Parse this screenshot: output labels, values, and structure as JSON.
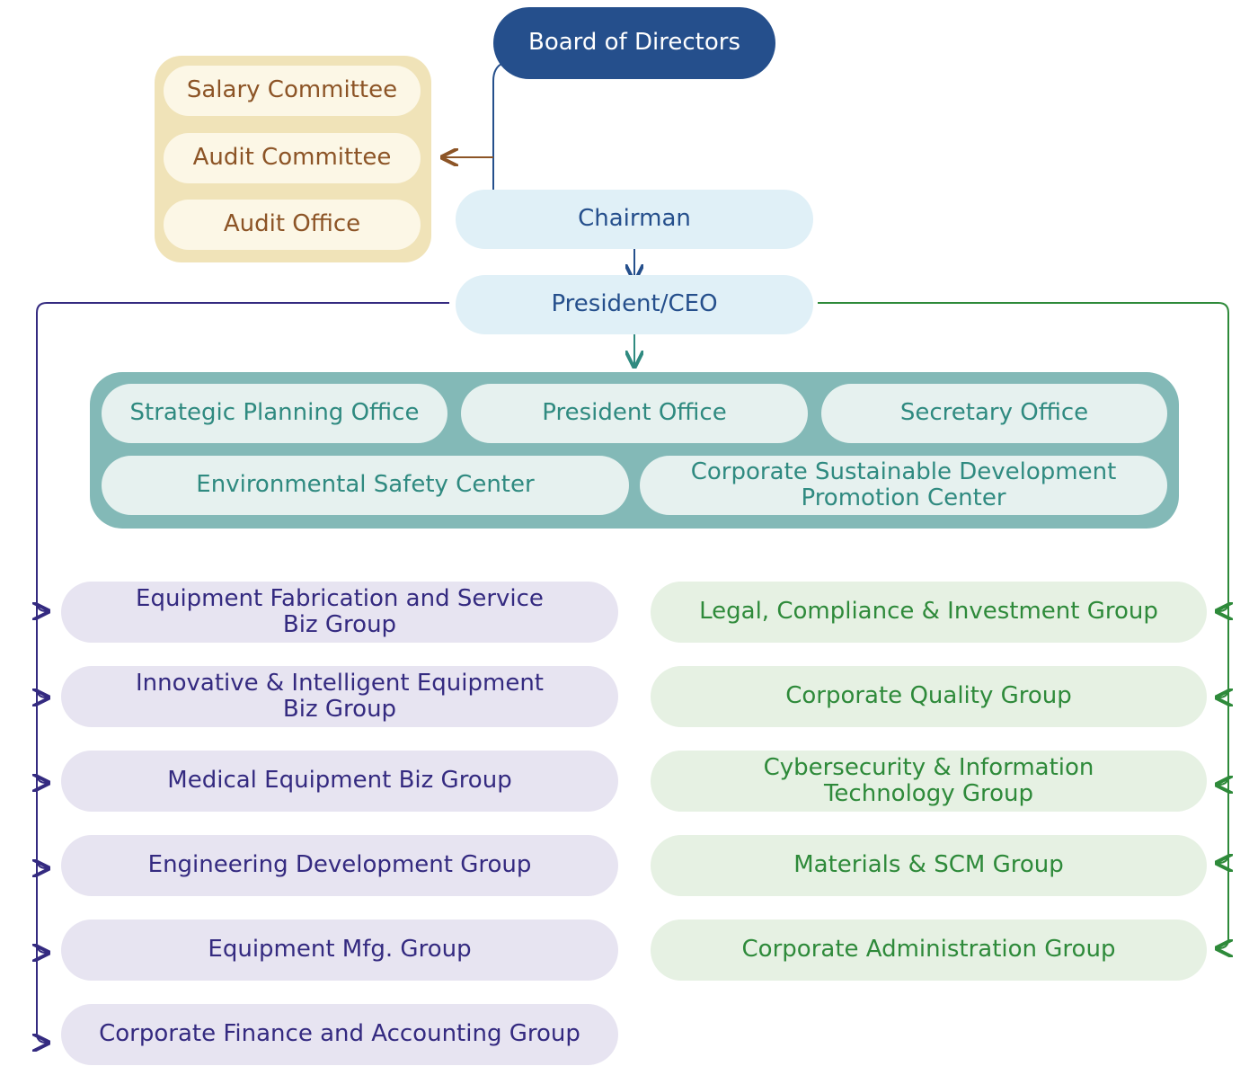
{
  "board": {
    "label": "Board of Directors"
  },
  "committees": [
    {
      "label": "Salary Committee"
    },
    {
      "label": "Audit Committee"
    },
    {
      "label": "Audit Office"
    }
  ],
  "chairman": {
    "label": "Chairman"
  },
  "ceo": {
    "label": "President/CEO"
  },
  "offices": [
    {
      "label": "Strategic Planning Office"
    },
    {
      "label": "President Office"
    },
    {
      "label": "Secretary Office"
    },
    {
      "label": "Environmental Safety Center"
    },
    {
      "label": "Corporate Sustainable Development Promotion Center",
      "line1": "Corporate Sustainable Development",
      "line2": "Promotion Center"
    }
  ],
  "business_groups": [
    {
      "label": "Equipment Fabrication and Service Biz Group",
      "line1": "Equipment Fabrication and Service",
      "line2": "Biz Group"
    },
    {
      "label": "Innovative & Intelligent Equipment Biz Group",
      "line1": "Innovative & Intelligent Equipment",
      "line2": "Biz Group"
    },
    {
      "label": "Medical Equipment Biz Group"
    },
    {
      "label": "Engineering Development Group"
    },
    {
      "label": "Equipment Mfg. Group"
    },
    {
      "label": "Corporate Finance and Accounting Group"
    }
  ],
  "functional_groups": [
    {
      "label": "Legal, Compliance & Investment Group"
    },
    {
      "label": "Corporate Quality Group"
    },
    {
      "label": "Cybersecurity & Information Technology Group",
      "line1": "Cybersecurity & Information",
      "line2": "Technology Group"
    },
    {
      "label": "Materials & SCM Group"
    },
    {
      "label": "Corporate Administration Group"
    }
  ],
  "colors": {
    "board": "#254f8c",
    "committee_panel": "#f0e3b8",
    "committee_text": "#8c5426",
    "executive_fill": "#e0f0f7",
    "office_panel": "#83b9b7",
    "office_text": "#2f8a80",
    "business_fill": "#e7e4f1",
    "business_text": "#342a80",
    "functional_fill": "#e6f1e3",
    "functional_text": "#2e8a3a"
  }
}
